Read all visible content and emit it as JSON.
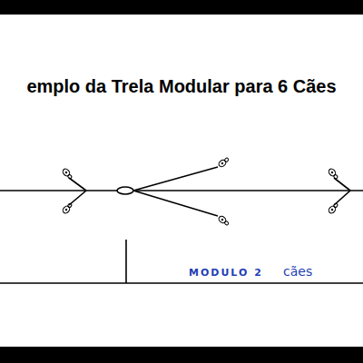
{
  "diagram": {
    "title": "emplo da Trela Modular para 6 Cães",
    "labels": [
      "MODULO 2",
      "cães"
    ]
  }
}
